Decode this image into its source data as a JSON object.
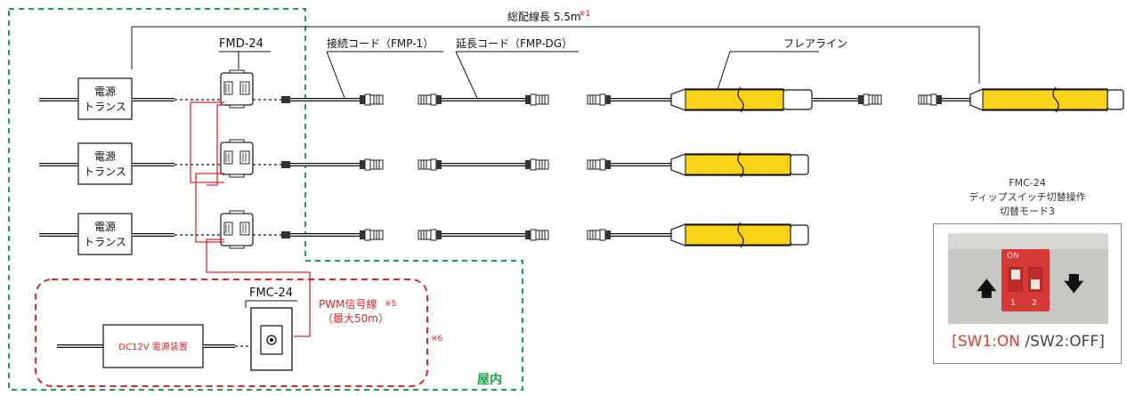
{
  "colors": {
    "indoor_green": "#19a24a",
    "signal_red": "#e0252b",
    "flare_yellow": "#f7d417",
    "black": "#111111"
  },
  "labels": {
    "total_length": "総配線長 5.5m",
    "total_length_note": "※1",
    "fmd": "FMD-24",
    "connect_cord": "接続コード（FMP-1）",
    "extension_cord": "延長コード（FMP-DG）",
    "flare_line": "フレアライン",
    "transformer_line1": "電源",
    "transformer_line2": "トランス",
    "fmc": "FMC-24",
    "pwm_line1": "PWM信号線",
    "pwm_note": "※5",
    "pwm_line2": "（最大50m）",
    "dc_power": "DC12V 電源装置",
    "note6": "※6",
    "indoor": "屋内"
  },
  "switch_panel": {
    "title1": "FMC-24",
    "title2": "ディップスイッチ切替操作",
    "title3": "切替モード3",
    "dip_on": "ON",
    "dip_1": "1",
    "dip_2": "2",
    "caption_open": "[",
    "caption_sw1": "SW1:ON",
    "caption_rest": " /SW2:OFF]",
    "arrow_up_icon": "arrow-up-icon",
    "arrow_down_icon": "arrow-down-icon"
  }
}
